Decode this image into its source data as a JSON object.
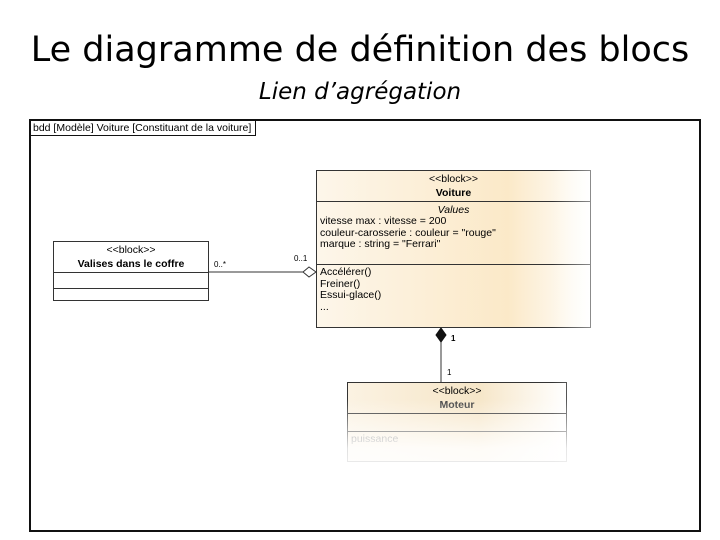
{
  "slide": {
    "title": "Le diagramme de définition des blocs",
    "subtitle": "Lien d’agrégation"
  },
  "frame": {
    "header": "bdd [Modèle] Voiture [Constituant de la voiture]"
  },
  "blocks": {
    "valises": {
      "stereotype": "<<block>>",
      "name": "Valises dans le coffre"
    },
    "voiture": {
      "stereotype": "<<block>>",
      "name": "Voiture",
      "values_title": "Values",
      "values": [
        "vitesse max : vitesse = 200",
        "couleur-carosserie : couleur = \"rouge\"",
        "marque : string = \"Ferrari\""
      ],
      "operations": [
        "Accélérer()",
        "Freiner()",
        "Essui-glace()",
        "..."
      ]
    },
    "moteur": {
      "stereotype": "<<block>>",
      "name": "Moteur",
      "values": [
        "puissance"
      ]
    }
  },
  "relations": {
    "aggregation": {
      "source_multiplicity": "0..*",
      "target_multiplicity": "0..1"
    },
    "composition": {
      "whole_multiplicity": "1",
      "part_multiplicity": "1"
    }
  },
  "colors": {
    "block_fill": "#fbe9c8",
    "line": "#333333"
  }
}
